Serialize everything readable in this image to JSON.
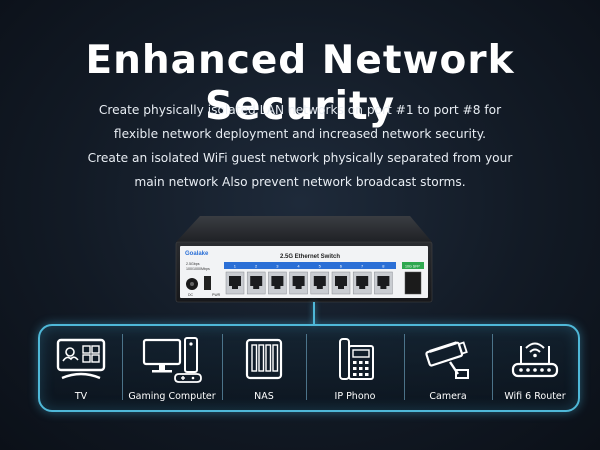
{
  "headline": "Enhanced Network Security",
  "description": {
    "lines": [
      "Create physically isolated LAN networks on port #1 to port #8 for",
      "flexible network deployment and increased network security.",
      "Create an isolated WiFi guest network physically separated from your",
      "main network Also prevent network broadcast storms."
    ]
  },
  "switch": {
    "brand": "Goalake",
    "model": "2.5G Ethernet Switch",
    "speed_1": "2.5Gbps",
    "speed_2": "100/1000Mbps",
    "port_numbers": [
      "1",
      "2",
      "3",
      "4",
      "5",
      "6",
      "7",
      "8"
    ],
    "sfp_label": "10G SFP",
    "dc_label": "DC",
    "power_label": "PWR",
    "ports_color": "#2b6fd6"
  },
  "devices": [
    {
      "label": "TV",
      "icon": "tv-icon"
    },
    {
      "label": "Gaming Computer",
      "icon": "gaming-computer-icon"
    },
    {
      "label": "NAS",
      "icon": "nas-icon"
    },
    {
      "label": "IP Phono",
      "icon": "ip-phone-icon"
    },
    {
      "label": "Camera",
      "icon": "camera-icon"
    },
    {
      "label": "Wifi 6 Router",
      "icon": "router-icon"
    }
  ],
  "accent_color": "#4fb8d8"
}
